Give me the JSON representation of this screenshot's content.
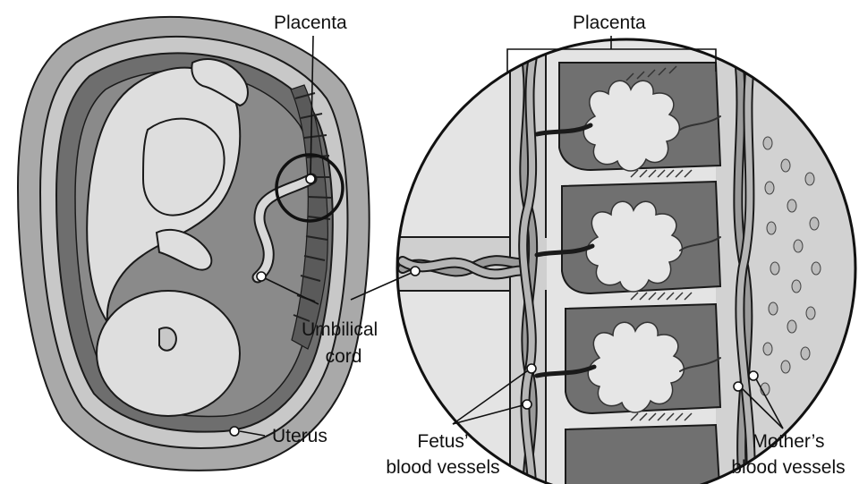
{
  "labels": {
    "placenta_left": "Placenta",
    "placenta_right": "Placenta",
    "umbilical_line1": "Umbilical",
    "umbilical_line2": "cord",
    "uterus": "Uterus",
    "fetus_line1": "Fetus’",
    "fetus_line2": "blood vessels",
    "mother_line1": "Mother’s",
    "mother_line2": "blood vessels"
  },
  "colors": {
    "uterus_outer": "#8c8c8c",
    "uterus_inner": "#6e6e6e",
    "fetus_skin": "#dedede",
    "placenta_tissue": "#707070",
    "vessel": "#8a8a8a",
    "outline": "#1a1a1a"
  }
}
